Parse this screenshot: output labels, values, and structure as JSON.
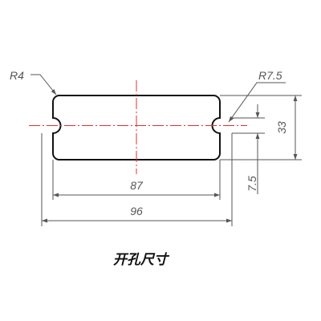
{
  "drawing": {
    "labels": {
      "corner_radius": "R4",
      "slot_radius": "R7.5",
      "height": "33",
      "slot_width": "7.5",
      "inner_width": "87",
      "outer_width": "96"
    },
    "caption": "开孔尺寸",
    "colors": {
      "outline": "#111111",
      "dimension": "#555555",
      "centerline": "#e03030"
    }
  }
}
